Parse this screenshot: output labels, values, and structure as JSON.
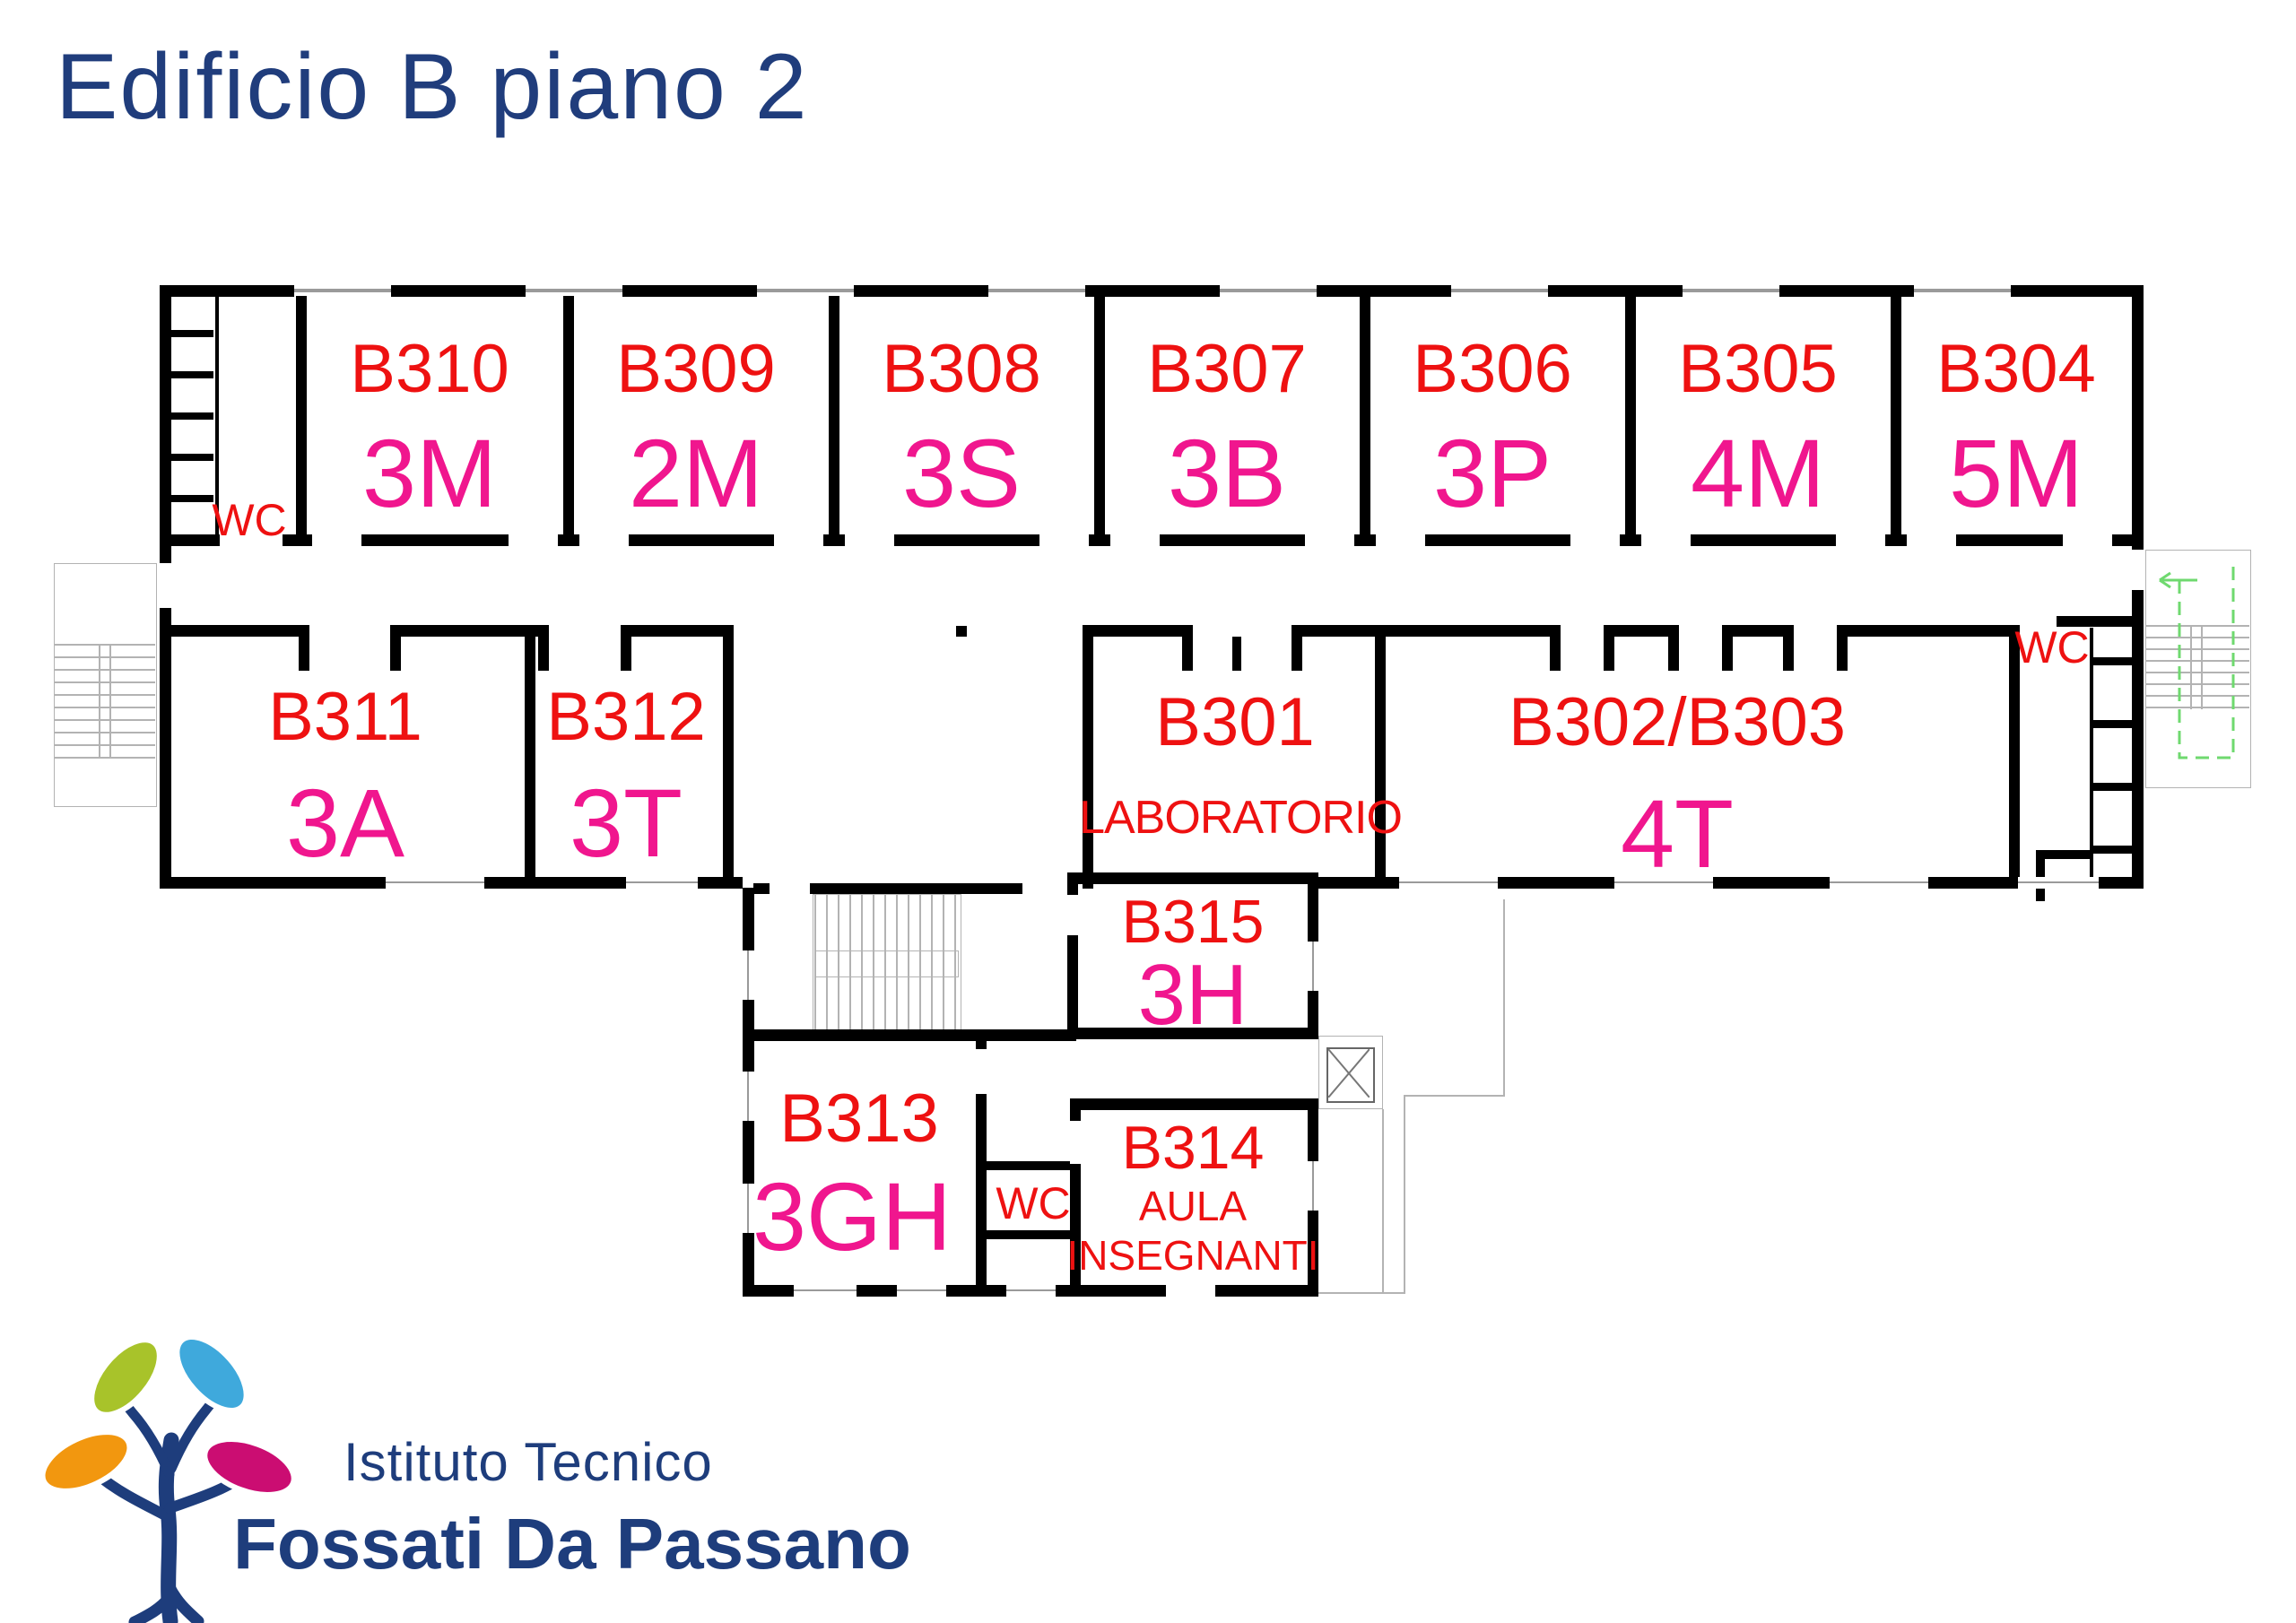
{
  "page_title": "Edificio B piano 2",
  "colors": {
    "room_number_red": "#ee1111",
    "class_code_magenta": "#f0168e",
    "title_blue": "#203d7c",
    "wall_black": "#000000",
    "escape_path_green": "#6fd96f",
    "logo_leaf_green": "#a8c32a",
    "logo_leaf_blue": "#3fa9dc",
    "logo_leaf_orange": "#f2970f",
    "logo_leaf_magenta": "#cb0d72"
  },
  "rooms": {
    "b310": {
      "number": "B310",
      "class_code": "3M"
    },
    "b309": {
      "number": "B309",
      "class_code": "2M"
    },
    "b308": {
      "number": "B308",
      "class_code": "3S"
    },
    "b307": {
      "number": "B307",
      "class_code": "3B"
    },
    "b306": {
      "number": "B306",
      "class_code": "3P"
    },
    "b305": {
      "number": "B305",
      "class_code": "4M"
    },
    "b304": {
      "number": "B304",
      "class_code": "5M"
    },
    "b311": {
      "number": "B311",
      "class_code": "3A"
    },
    "b312": {
      "number": "B312",
      "class_code": "3T"
    },
    "b301": {
      "number": "B301",
      "room_use": "LABORATORIO"
    },
    "b302_b303": {
      "number": "B302/B303",
      "class_code": "4T"
    },
    "b313": {
      "number": "B313",
      "class_code": "3GH"
    },
    "b314": {
      "number": "B314",
      "room_use_line1": "AULA",
      "room_use_line2": "INSEGNANTI"
    },
    "b315": {
      "number": "B315",
      "class_code": "3H"
    }
  },
  "wc_labels": {
    "top_left": "WC",
    "right_wing": "WC",
    "lower_wing": "WC"
  },
  "logo": {
    "school_type": "Istituto Tecnico",
    "school_name": "Fossati Da Passano"
  }
}
